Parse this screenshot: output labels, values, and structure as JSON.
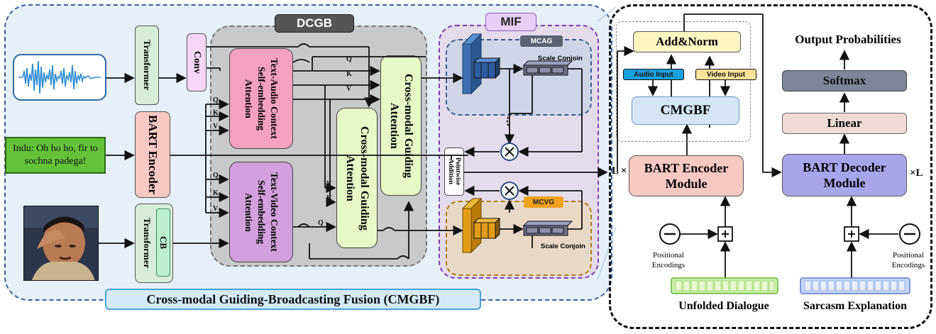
{
  "title_bar": "Cross-modal Guiding-Broadcasting Fusion (CMGBF)",
  "left": {
    "dialogue_text": "Indu: Oh ho ho, fir to sochna padega!",
    "transformer_top": "Transformer",
    "transformer_bottom": "Transformer",
    "cb": "CB",
    "conv": "Conv",
    "bart_encoder": "BART Encoder"
  },
  "dcgb": {
    "label": "DCGB",
    "text_audio": "Text-Audio Context Self-embedding Attention",
    "text_video": "Text-Video Context Self-embedding Attention",
    "cga_1": "Cross-modal Guiding Attention",
    "cga_2": "Cross-modal Guiding Attention",
    "q": "Q",
    "k": "K",
    "v": "V"
  },
  "mif": {
    "label": "MIF",
    "mcag": "MCAG",
    "mcvg": "MCVG",
    "scale_conjoin": "Scale Conjoin",
    "pointwise": "Pointwise Addition",
    "mult": "×",
    "l_times": "L ×"
  },
  "right": {
    "add_norm": "Add&Norm",
    "audio_input": "Audio Input",
    "video_input": "Video Input",
    "cmgbf": "CMGBF",
    "bart_encoder_module": "BART Encoder Module",
    "bart_decoder_module": "BART Decoder Module",
    "times_l": "×L",
    "output_probabilities": "Output Probabilities",
    "softmax": "Softmax",
    "linear": "Linear",
    "plus": "+",
    "minus": "−",
    "pos_enc_left": "Positional Encodings",
    "pos_enc_right": "Positional Encodings",
    "unfolded_dialogue": "Unfolded Dialogue",
    "sarcasm_explanation": "Sarcasm Explanation"
  },
  "colors": {
    "outer_bg": "#e7eff8",
    "dcgb_bg": "#c8c9cb",
    "mif_bg": "#e4dceb",
    "mcag_bg": "#cfd4e6",
    "mcvg_bg": "#e8d9c6",
    "pink": "#f6a1c2",
    "violet": "#d39fdc",
    "green": "#e7f9c6",
    "salmon": "#f8c9c3",
    "lilac": "#a9a5ea",
    "cb_green": "#c9f0d3",
    "add_norm": "#fdf6c3",
    "cmgbf": "#d5e5f6",
    "softmax": "#7d8596",
    "linear": "#eedad7"
  },
  "icons": [
    "waveform-icon",
    "face-photo-icon",
    "dialogue-box-icon",
    "feature-cube-icon",
    "scale-conjoin-bar-icon",
    "multiply-icon",
    "plus-icon",
    "minus-icon",
    "embedding-bar-icon"
  ]
}
